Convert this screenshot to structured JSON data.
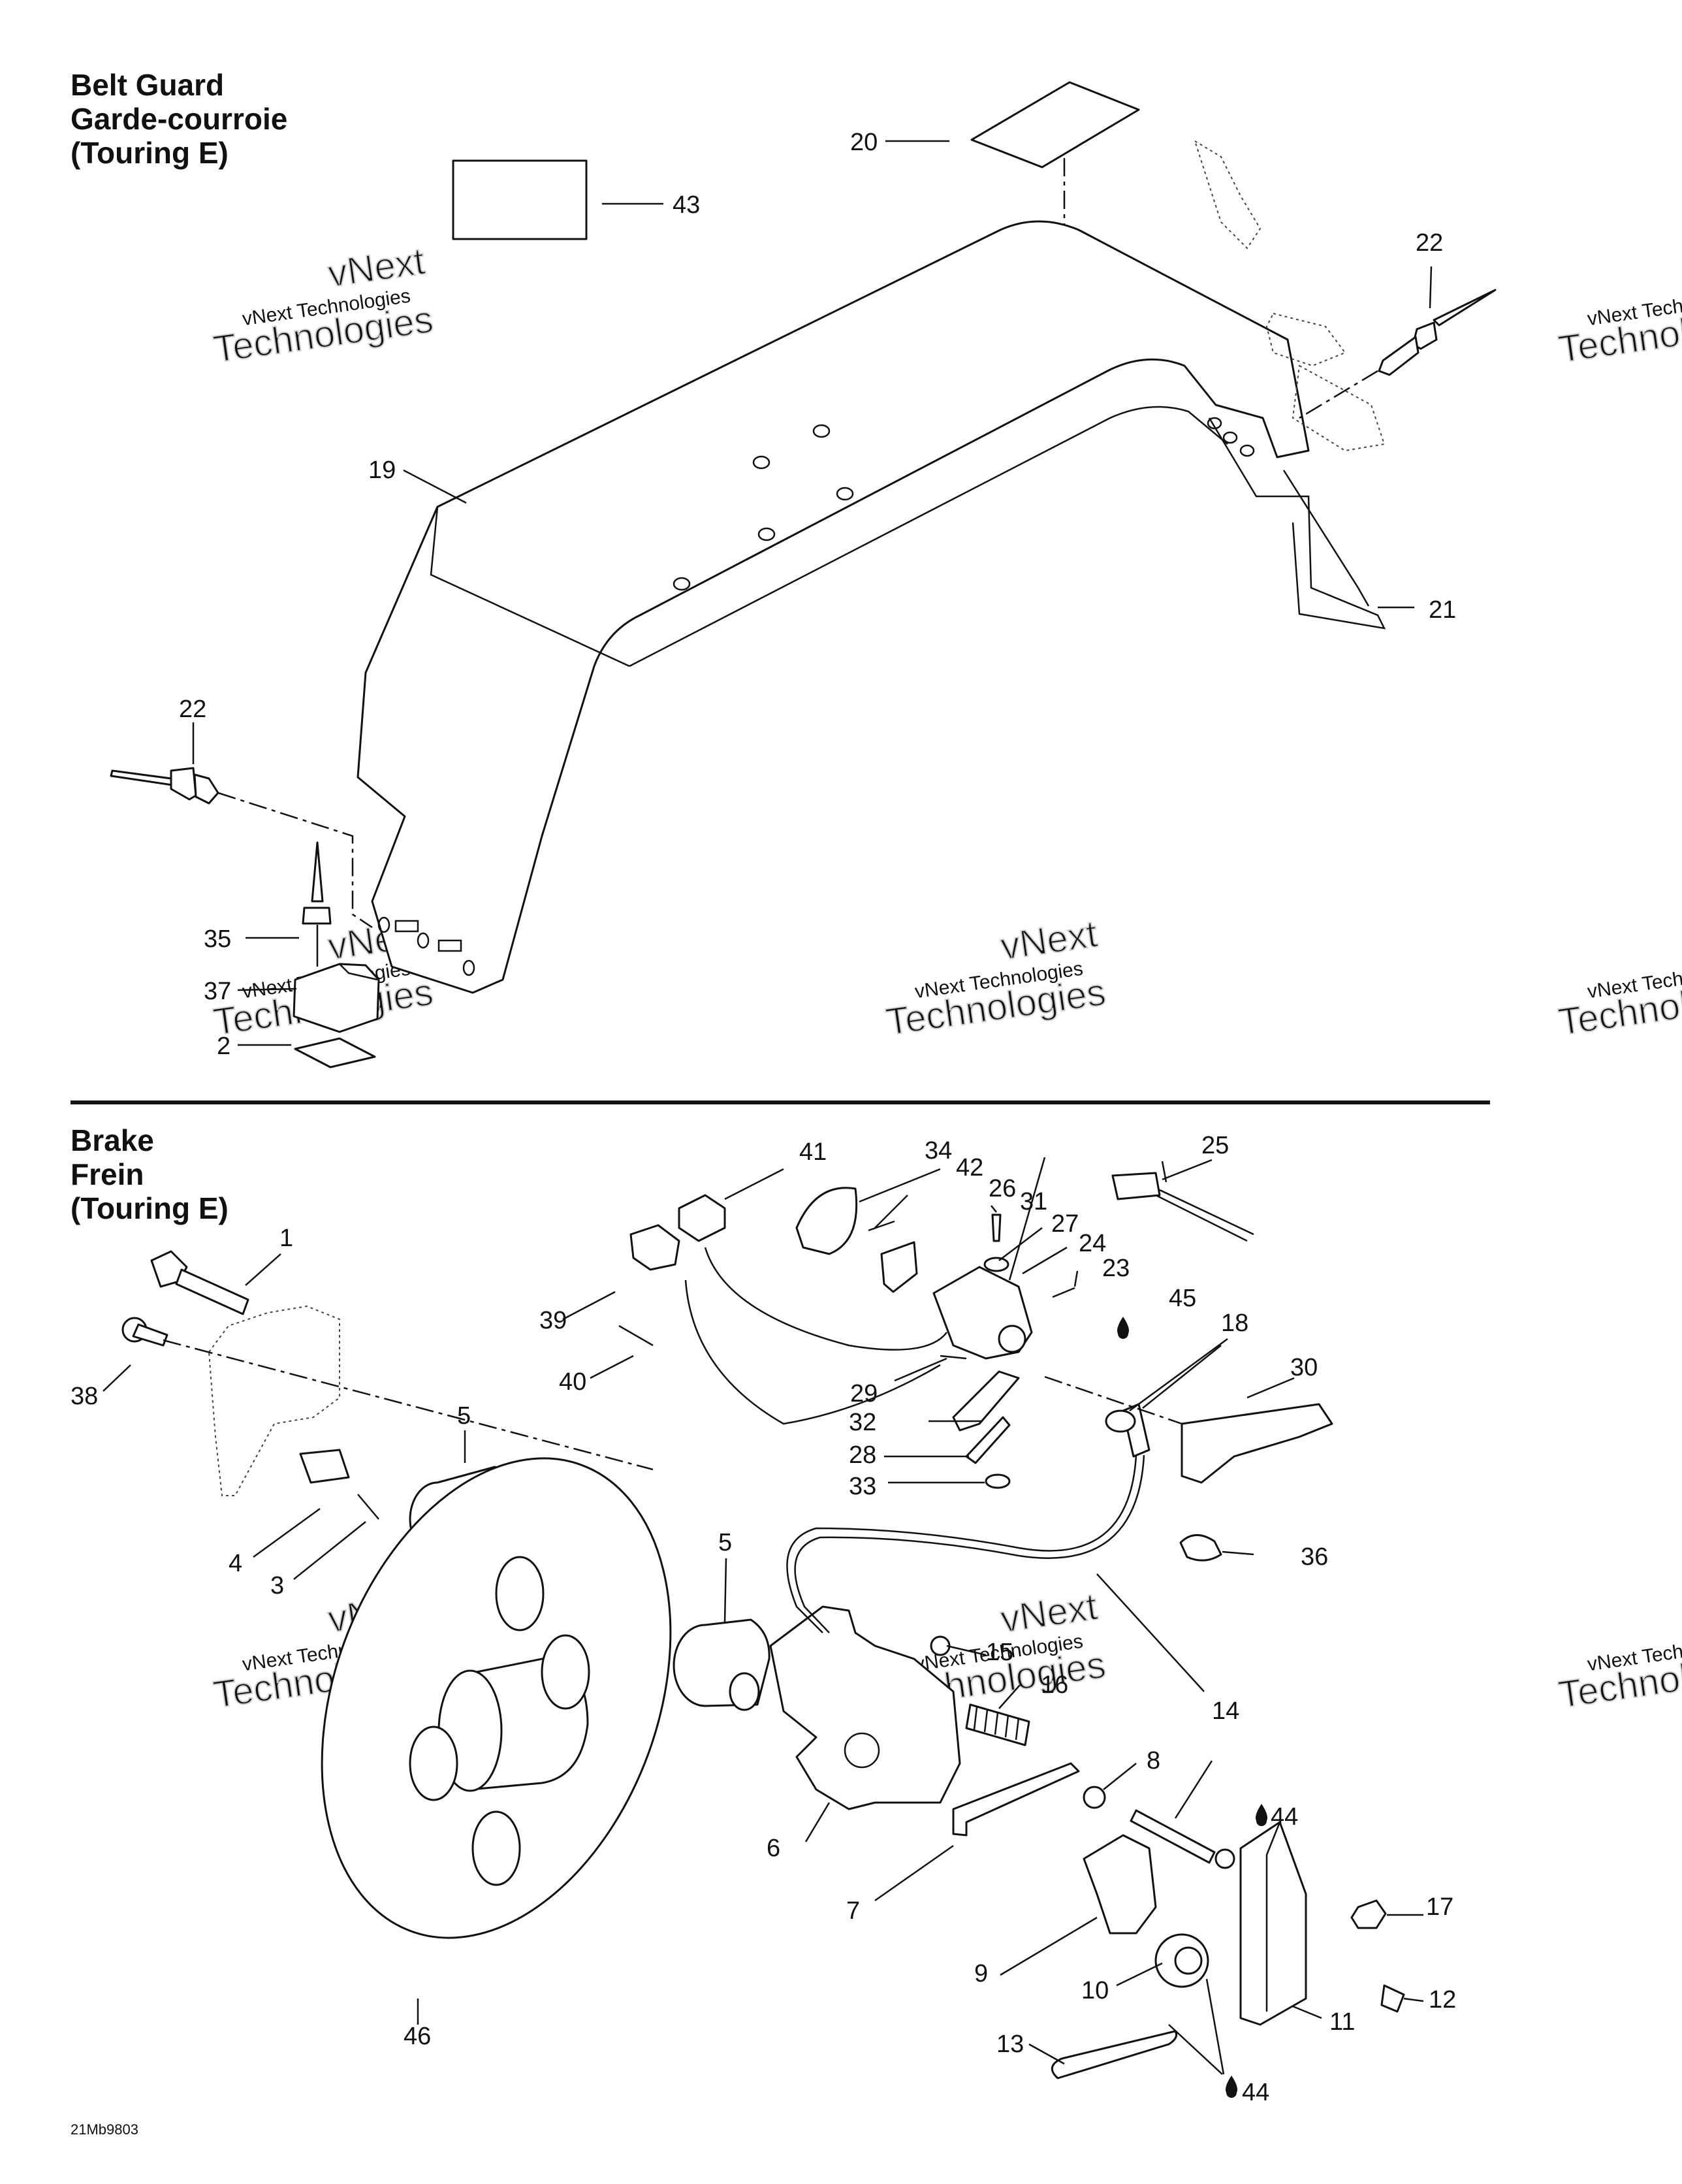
{
  "sections": {
    "belt_guard": {
      "title_lines": [
        "Belt Guard",
        "Garde-courroie",
        "(Touring E)"
      ]
    },
    "brake": {
      "title_lines": [
        "Brake",
        "Frein",
        "(Touring E)"
      ]
    }
  },
  "watermark": {
    "line1": "vNext Technologies",
    "line2": "Technologies",
    "line3": "vNext"
  },
  "drawing_code": "21Mb9803",
  "callouts": {
    "c1": "1",
    "c2": "2",
    "c3": "3",
    "c4": "4",
    "c5a": "5",
    "c5b": "5",
    "c6": "6",
    "c7": "7",
    "c8": "8",
    "c9": "9",
    "c10": "10",
    "c11": "11",
    "c12": "12",
    "c13": "13",
    "c14": "14",
    "c15": "15",
    "c16": "16",
    "c17": "17",
    "c18": "18",
    "c19": "19",
    "c20": "20",
    "c21": "21",
    "c22a": "22",
    "c22b": "22",
    "c23": "23",
    "c24": "24",
    "c25": "25",
    "c26": "26",
    "c27": "27",
    "c28": "28",
    "c29": "29",
    "c30": "30",
    "c31": "31",
    "c32": "32",
    "c33": "33",
    "c34": "34",
    "c35": "35",
    "c36": "36",
    "c37": "37",
    "c38": "38",
    "c39": "39",
    "c40": "40",
    "c41": "41",
    "c42": "42",
    "c43": "43",
    "c44a": "44",
    "c44b": "44",
    "c45": "45",
    "c46": "46"
  },
  "colors": {
    "line": "#111111",
    "watermark": "#bdbdbd",
    "background": "#ffffff"
  },
  "icons": {
    "lubricant_drop": "drop-icon"
  }
}
